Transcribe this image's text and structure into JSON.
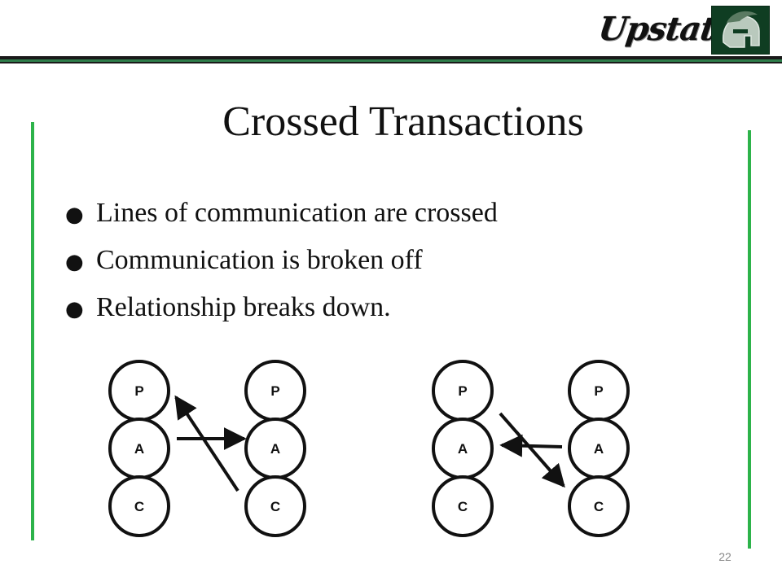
{
  "header": {
    "brand": "Upstate"
  },
  "slide": {
    "title": "Crossed Transactions",
    "bullets": [
      "Lines of communication are crossed",
      "Communication is broken off",
      "Relationship breaks down."
    ],
    "bullet_glyph": "●",
    "page_number": "22"
  },
  "diagrams": [
    {
      "left": [
        "P",
        "A",
        "C"
      ],
      "right": [
        "P",
        "A",
        "C"
      ]
    },
    {
      "left": [
        "P",
        "A",
        "C"
      ],
      "right": [
        "P",
        "A",
        "C"
      ]
    }
  ],
  "colors": {
    "accent_green": "#2db34a",
    "text": "#111111",
    "logo_green": "#0f3d22"
  }
}
